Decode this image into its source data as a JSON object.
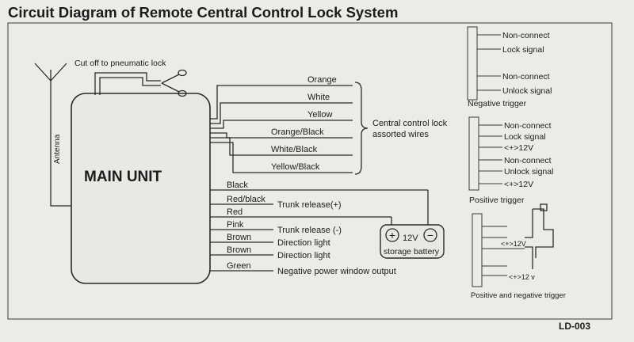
{
  "title": "Circuit Diagram of Remote Central Control Lock System",
  "model": "LD-003",
  "main_unit": {
    "label": "MAIN UNIT"
  },
  "antenna": {
    "label": "Antenna"
  },
  "pneumatic": {
    "label": "Cut off to pneumatic lock"
  },
  "central_lock": {
    "wires": [
      "Orange",
      "White",
      "Yellow",
      "Orange/Black",
      "White/Black",
      "Yellow/Black"
    ],
    "group_label_line1": "Central control lock",
    "group_label_line2": "assorted wires"
  },
  "lower_wires": [
    {
      "color": "Black",
      "function": ""
    },
    {
      "color": "Red/black",
      "function": "Trunk release(+)"
    },
    {
      "color": "Red",
      "function": ""
    },
    {
      "color": "Pink",
      "function": "Trunk release (-)"
    },
    {
      "color": "Brown",
      "function": "Direction light"
    },
    {
      "color": "Brown",
      "function": "Direction light"
    },
    {
      "color": "Green",
      "function": "Negative power window output"
    }
  ],
  "battery": {
    "plus": "+",
    "voltage": "12V",
    "minus": "−",
    "label": "storage battery"
  },
  "negative_trigger": {
    "lines": [
      "Non-connect",
      "Lock signal",
      "Non-connect",
      "Unlock signal"
    ],
    "title": "Negative trigger"
  },
  "positive_trigger": {
    "lines": [
      "Non-connect",
      "Lock signal",
      "<+>12V",
      "Non-connect",
      "Unlock signal",
      "<+>12V"
    ],
    "title": "Positive  trigger"
  },
  "pos_neg_trigger": {
    "lines": [
      "<+>12V",
      "<+>12 v"
    ],
    "title": "Positive and negative trigger"
  }
}
